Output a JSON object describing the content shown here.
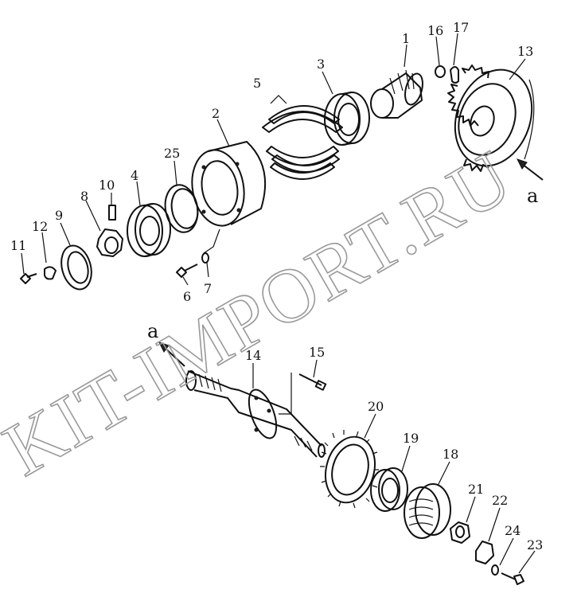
{
  "labels": {
    "p1": "1",
    "p2": "2",
    "p3": "3",
    "p4": "4",
    "p5": "5",
    "p6": "6",
    "p7": "7",
    "p8": "8",
    "p9": "9",
    "p10": "10",
    "p11": "11",
    "p12": "12",
    "p13": "13",
    "p14": "14",
    "p15": "15",
    "p16": "16",
    "p17": "17",
    "p18": "18",
    "p19": "19",
    "p20": "20",
    "p21": "21",
    "p22": "22",
    "p23": "23",
    "p24": "24",
    "p25": "25"
  },
  "connector": {
    "upper": "a",
    "lower": "a"
  },
  "watermark": "KIT-IMPORT.RU"
}
